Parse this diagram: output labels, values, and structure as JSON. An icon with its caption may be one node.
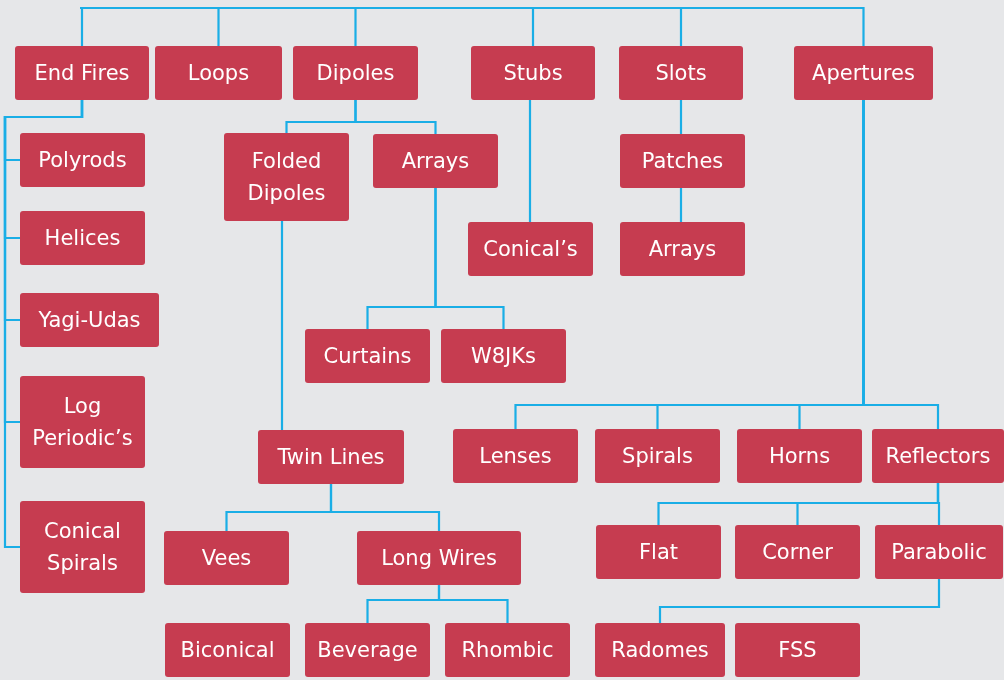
{
  "diagram": {
    "nodes": [
      {
        "text": [
          "End Fires"
        ]
      },
      {
        "text": [
          "Loops"
        ]
      },
      {
        "text": [
          "Dipoles"
        ]
      },
      {
        "text": [
          "Stubs"
        ]
      },
      {
        "text": [
          "Slots"
        ]
      },
      {
        "text": [
          "Apertures"
        ]
      },
      {
        "text": [
          "Polyrods"
        ]
      },
      {
        "text": [
          "Helices"
        ]
      },
      {
        "text": [
          "Yagi-Udas"
        ]
      },
      {
        "text": [
          "Log Periodic’s"
        ]
      },
      {
        "text": [
          "Conical Spirals"
        ]
      },
      {
        "text": [
          "Folded Dipoles"
        ]
      },
      {
        "text": [
          "Arrays"
        ]
      },
      {
        "text": [
          "Conical’s"
        ]
      },
      {
        "text": [
          "Patches"
        ]
      },
      {
        "text": [
          "Arrays"
        ]
      },
      {
        "text": [
          "Curtains"
        ]
      },
      {
        "text": [
          "W8JKs"
        ]
      },
      {
        "text": [
          "Twin Lines"
        ]
      },
      {
        "text": [
          "Lenses"
        ]
      },
      {
        "text": [
          "Spirals"
        ]
      },
      {
        "text": [
          "Horns"
        ]
      },
      {
        "text": [
          "Reflectors"
        ]
      },
      {
        "text": [
          "Vees"
        ]
      },
      {
        "text": [
          "Long Wires"
        ]
      },
      {
        "text": [
          "Flat"
        ]
      },
      {
        "text": [
          "Corner"
        ]
      },
      {
        "text": [
          "Parabolic"
        ]
      },
      {
        "text": [
          "Biconical"
        ]
      },
      {
        "text": [
          "Beverage"
        ]
      },
      {
        "text": [
          "Rhombic"
        ]
      },
      {
        "text": [
          "Radomes"
        ]
      },
      {
        "text": [
          "FSS"
        ]
      }
    ],
    "edges": [
      {
        "from": null,
        "to": 0,
        "arrow": "none"
      },
      {
        "from": null,
        "to": 1,
        "arrow": "none"
      },
      {
        "from": null,
        "to": 2,
        "arrow": "none"
      },
      {
        "from": null,
        "to": 3,
        "arrow": "none"
      },
      {
        "from": null,
        "to": 4,
        "arrow": "none"
      },
      {
        "from": null,
        "to": 5,
        "arrow": "none"
      },
      {
        "from": 0,
        "to": 6,
        "arrow": "none"
      },
      {
        "from": 0,
        "to": 7,
        "arrow": "none"
      },
      {
        "from": 0,
        "to": 8,
        "arrow": "none"
      },
      {
        "from": 0,
        "to": 9,
        "arrow": "none"
      },
      {
        "from": 0,
        "to": 10,
        "arrow": "none"
      },
      {
        "from": 2,
        "to": 11,
        "arrow": "none"
      },
      {
        "from": 2,
        "to": 12,
        "arrow": "none"
      },
      {
        "from": 3,
        "to": 13,
        "arrow": "none"
      },
      {
        "from": 4,
        "to": 14,
        "arrow": "none"
      },
      {
        "from": 14,
        "to": 15,
        "arrow": "none"
      },
      {
        "from": 12,
        "to": 16,
        "arrow": "none"
      },
      {
        "from": 12,
        "to": 17,
        "arrow": "none"
      },
      {
        "from": 11,
        "to": 18,
        "arrow": "none"
      },
      {
        "from": 5,
        "to": 19,
        "arrow": "none"
      },
      {
        "from": 5,
        "to": 20,
        "arrow": "none"
      },
      {
        "from": 5,
        "to": 21,
        "arrow": "none"
      },
      {
        "from": 5,
        "to": 22,
        "arrow": "none"
      },
      {
        "from": 18,
        "to": 23,
        "arrow": "none"
      },
      {
        "from": 18,
        "to": 24,
        "arrow": "none"
      },
      {
        "from": 22,
        "to": 25,
        "arrow": "none"
      },
      {
        "from": 22,
        "to": 26,
        "arrow": "none"
      },
      {
        "from": 22,
        "to": 27,
        "arrow": "none"
      },
      {
        "from": 24,
        "to": 29,
        "arrow": "none"
      },
      {
        "from": 24,
        "to": 30,
        "arrow": "none"
      },
      {
        "from": 27,
        "to": 31,
        "arrow": "none"
      }
    ]
  }
}
